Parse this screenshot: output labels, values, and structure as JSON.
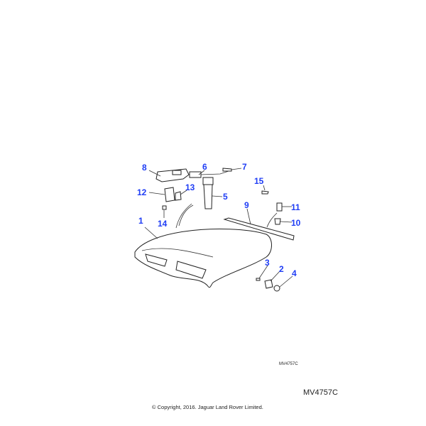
{
  "diagram": {
    "callouts": [
      "1",
      "2",
      "3",
      "4",
      "5",
      "6",
      "7",
      "8",
      "9",
      "10",
      "11",
      "12",
      "13",
      "14",
      "15"
    ],
    "label_color": "#1f3df5"
  },
  "footer": {
    "ref_small": "MV4757C",
    "ref_large": "MV4757C",
    "copyright": "© Copyright, 2016. Jaguar Land Rover Limited."
  }
}
